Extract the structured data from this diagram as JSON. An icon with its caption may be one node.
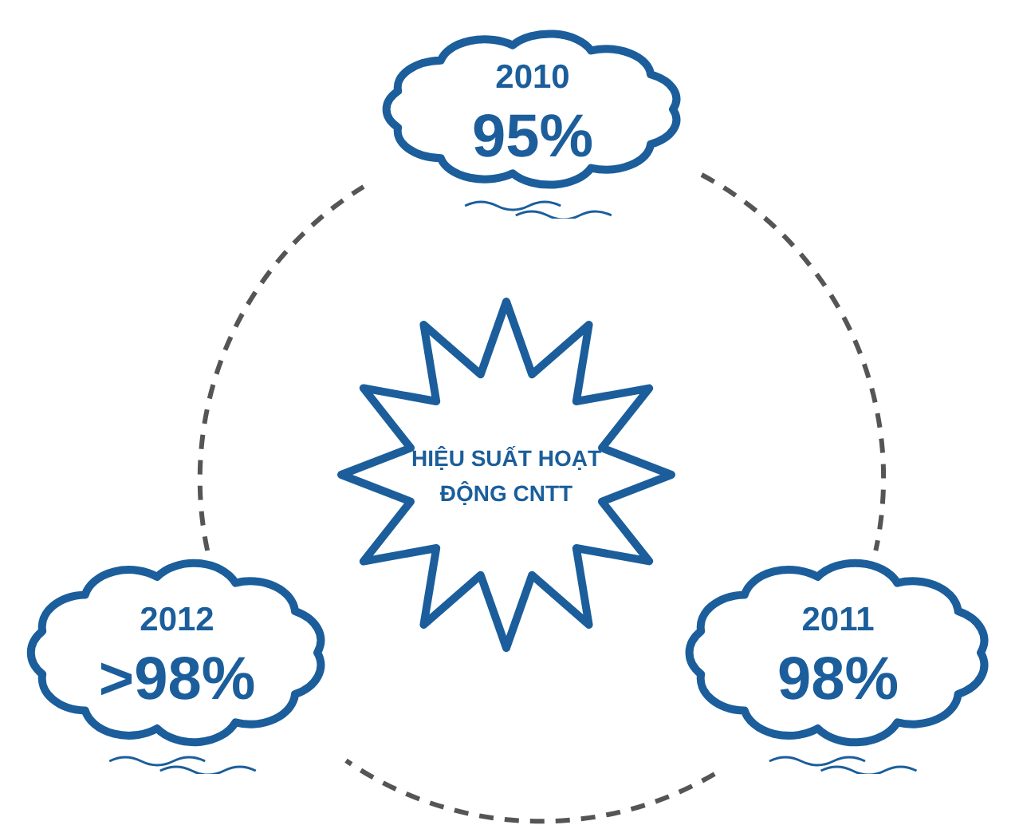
{
  "diagram": {
    "nodes": [
      {
        "text": [
          "HIỆU SUẤT HOẠT ĐỘNG CNTT"
        ]
      },
      {
        "text": [
          "2010",
          "95%"
        ]
      },
      {
        "text": [
          "2011",
          "98%"
        ]
      },
      {
        "text": [
          "2012",
          ">98%"
        ]
      }
    ],
    "edges": [
      {
        "from": 1,
        "to": 2,
        "arrow": "none",
        "style": "dashed"
      },
      {
        "from": 2,
        "to": 3,
        "arrow": "none",
        "style": "dashed"
      },
      {
        "from": 3,
        "to": 1,
        "arrow": "none",
        "style": "dashed"
      }
    ]
  }
}
